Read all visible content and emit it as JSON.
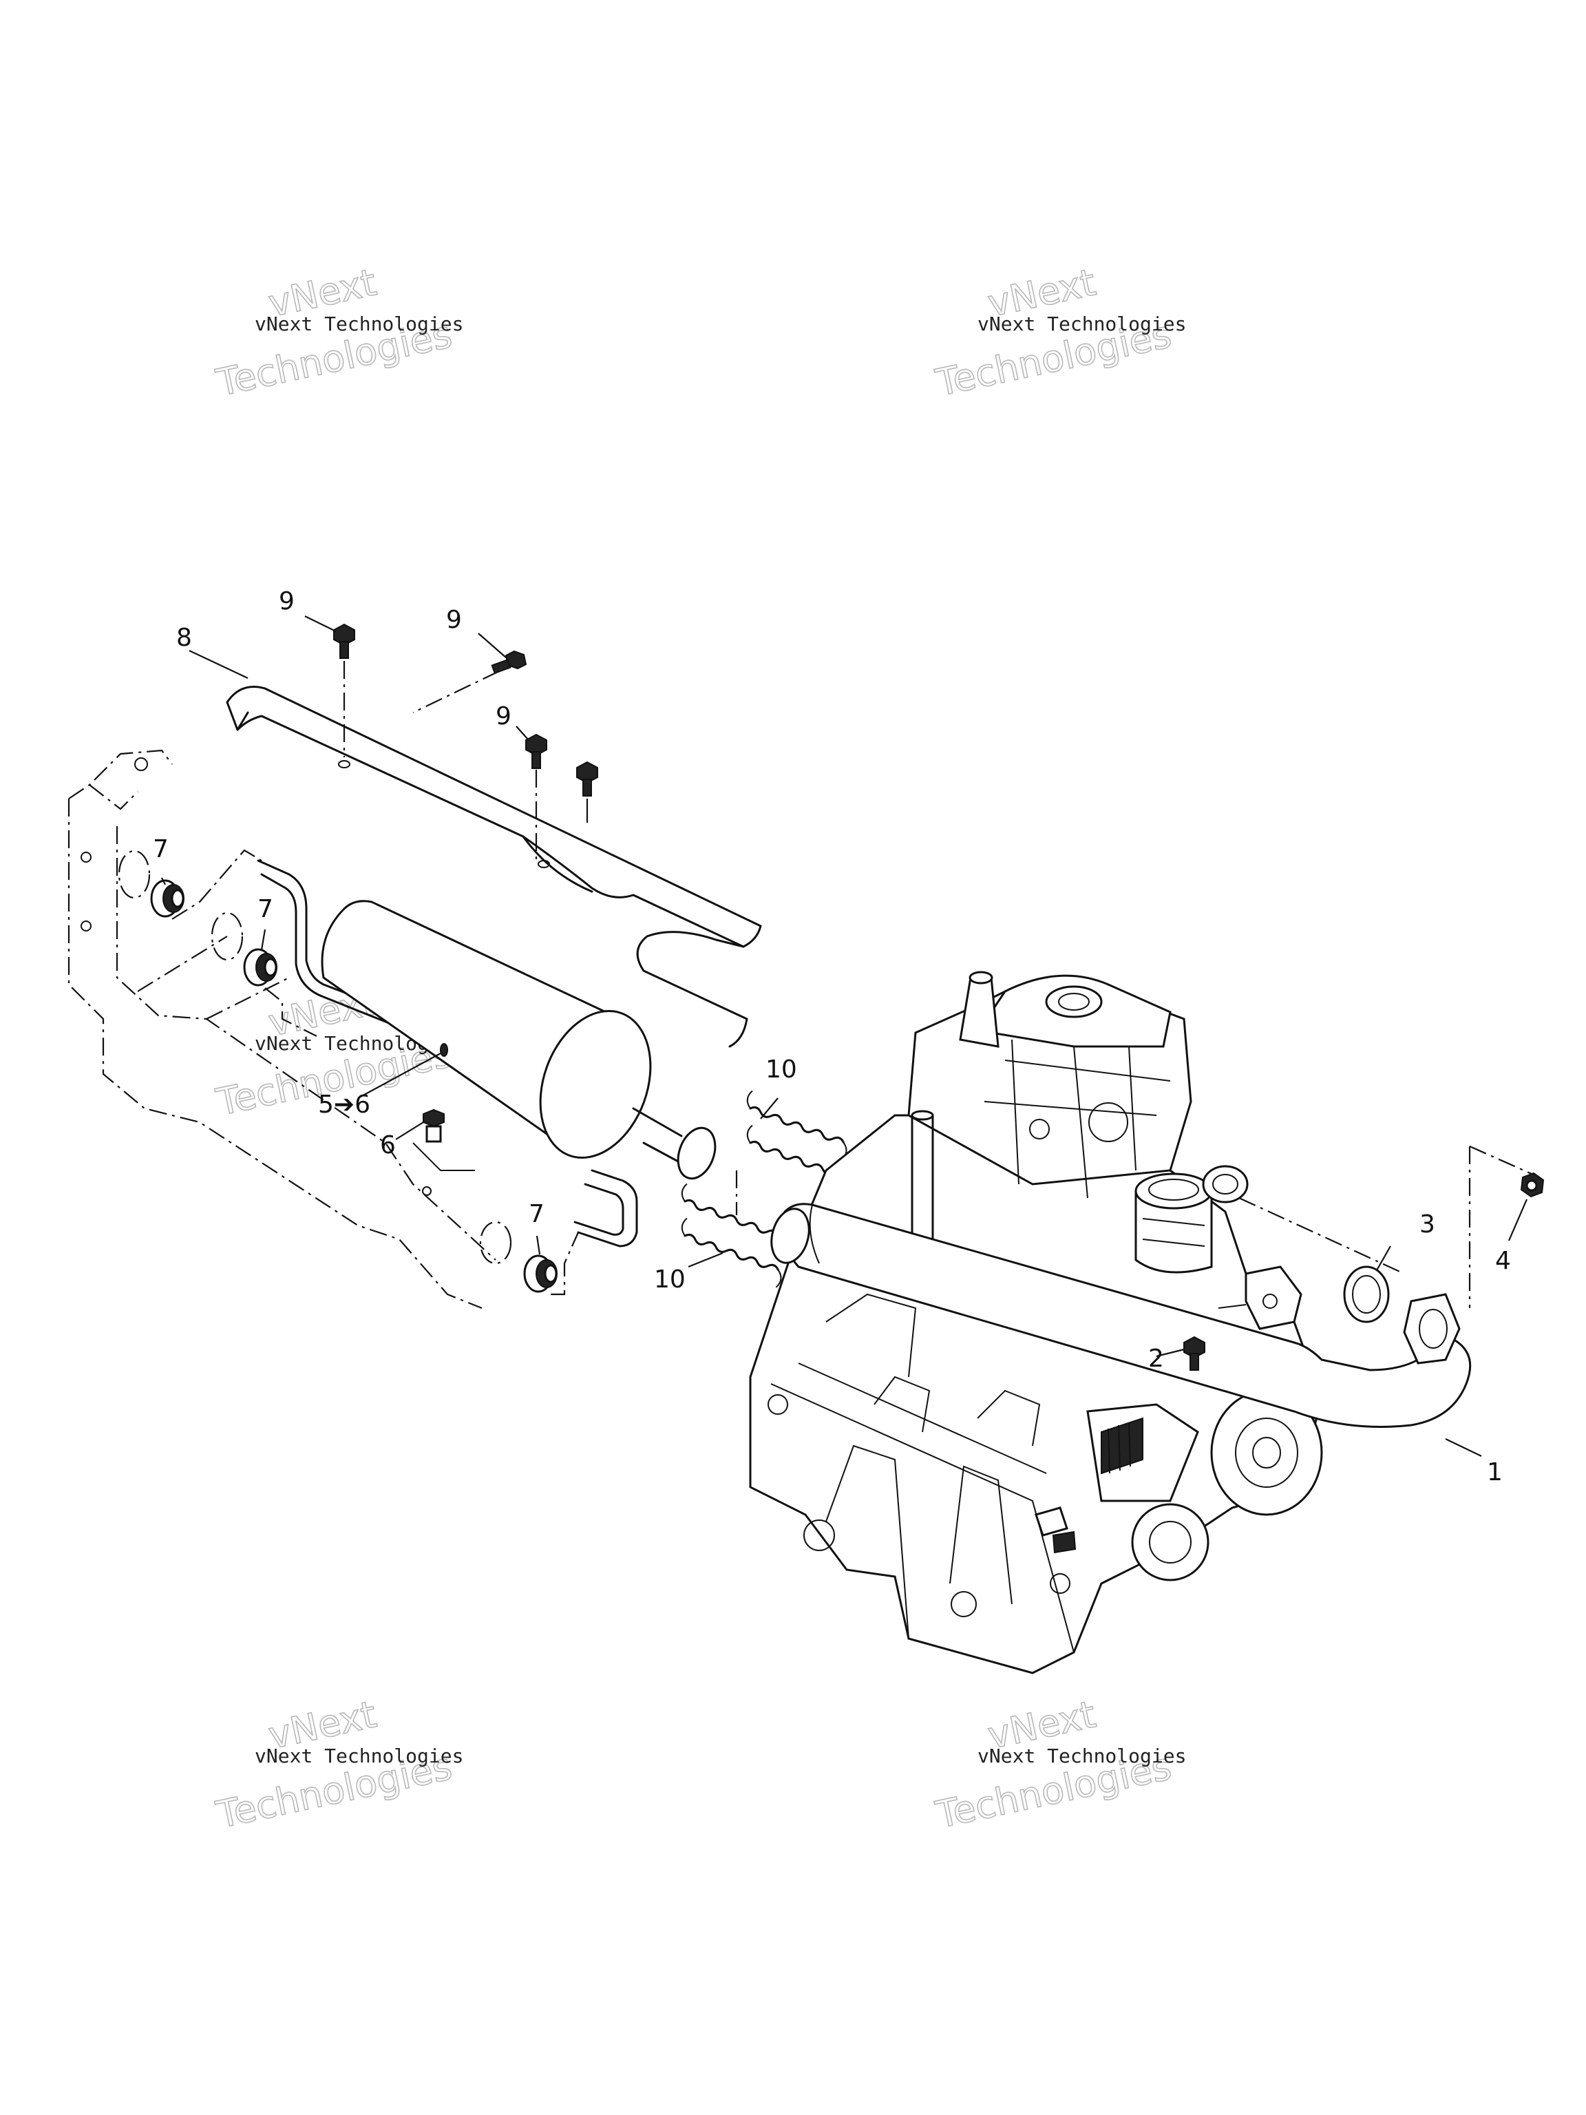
{
  "callouts": {
    "c1": "1",
    "c2": "2",
    "c3": "3",
    "c4": "4",
    "c5_6": "5➔6",
    "c6": "6",
    "c7": "7",
    "c8": "8",
    "c9": "9",
    "c10": "10"
  },
  "watermark": {
    "line_small": "vNext Technologies",
    "line_big_1": "vNext",
    "line_big_2": "Technologies"
  },
  "icons": [
    "exhaust-manifold-pipe",
    "engine-block",
    "muffler",
    "heat-shield",
    "spring",
    "grommet",
    "bolt",
    "nut",
    "gasket",
    "frame"
  ]
}
